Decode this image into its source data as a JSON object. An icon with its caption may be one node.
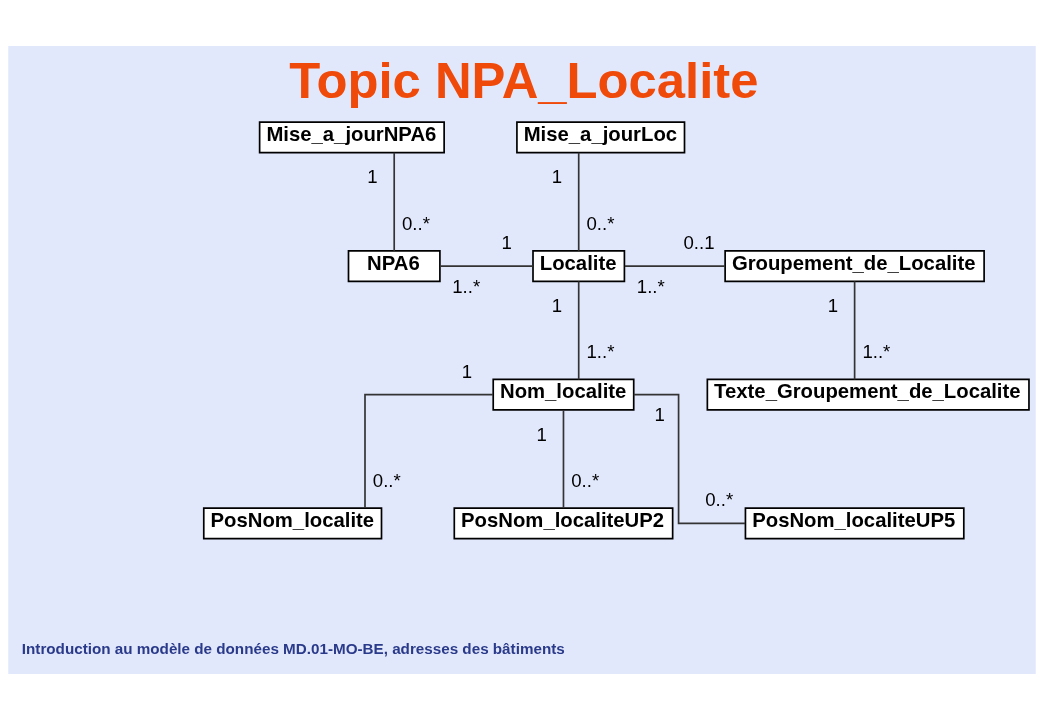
{
  "diagram": {
    "title": "Topic NPA_Localite",
    "nodes": [
      {
        "text": [
          "Mise_a_jourNPA6"
        ]
      },
      {
        "text": [
          "Mise_a_jourLoc"
        ]
      },
      {
        "text": [
          "NPA6"
        ]
      },
      {
        "text": [
          "Localite"
        ]
      },
      {
        "text": [
          "Groupement_de_Localite"
        ]
      },
      {
        "text": [
          "Texte_Groupement_de_Localite"
        ]
      },
      {
        "text": [
          "Nom_localite"
        ]
      },
      {
        "text": [
          "PosNom_localite"
        ]
      },
      {
        "text": [
          "PosNom_localiteUP2"
        ]
      },
      {
        "text": [
          "PosNom_localiteUP5"
        ]
      }
    ],
    "edges": [
      {
        "from": 0,
        "to": 2,
        "arrow": "none"
      },
      {
        "from": 1,
        "to": 3,
        "arrow": "none"
      },
      {
        "from": 2,
        "to": 3,
        "arrow": "none"
      },
      {
        "from": 3,
        "to": 4,
        "arrow": "none"
      },
      {
        "from": 4,
        "to": 5,
        "arrow": "none"
      },
      {
        "from": 3,
        "to": 6,
        "arrow": "none"
      },
      {
        "from": 6,
        "to": 7,
        "arrow": "none"
      },
      {
        "from": 6,
        "to": 8,
        "arrow": "none"
      },
      {
        "from": 6,
        "to": 9,
        "arrow": "none"
      }
    ],
    "labels": [
      "1",
      "1",
      "0..*",
      "0..*",
      "1..*",
      "1",
      "1..*",
      "0..1",
      "1",
      "1",
      "1..*",
      "1",
      "1..*",
      "1",
      "1",
      "0..*",
      "0..*",
      "0..*",
      "Introduction au modèle de données MD.01-MO-BE, adresses des bâtiments"
    ]
  }
}
